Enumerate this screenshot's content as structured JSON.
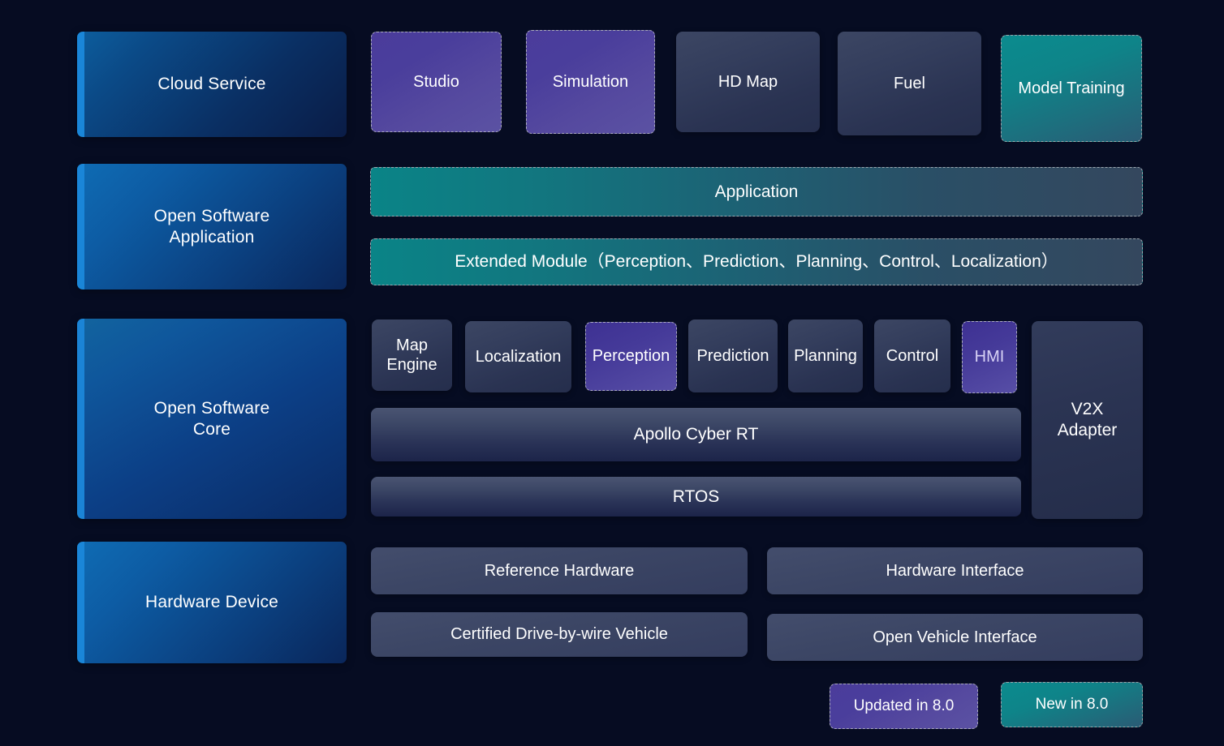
{
  "background_color": "#060c22",
  "accent_bar_color": "#1a86d8",
  "categories": [
    {
      "label": "Cloud Service"
    },
    {
      "label": "Open Software\nApplication"
    },
    {
      "label": "Open Software\nCore"
    },
    {
      "label": "Hardware Device"
    }
  ],
  "cloud_row": [
    {
      "label": "Studio",
      "style": "updated"
    },
    {
      "label": "Simulation",
      "style": "updated"
    },
    {
      "label": "HD Map",
      "style": "plain"
    },
    {
      "label": "Fuel",
      "style": "plain"
    },
    {
      "label": "Model Training",
      "style": "new"
    }
  ],
  "application_row": [
    {
      "label": "Application",
      "style": "teal-dashed"
    },
    {
      "label": "Extended Module（Perception、Prediction、Planning、Control、Localization）",
      "style": "teal-dashed"
    }
  ],
  "core_modules": [
    {
      "label": "Map\nEngine",
      "style": "plain"
    },
    {
      "label": "Localization",
      "style": "plain"
    },
    {
      "label": "Perception",
      "style": "updated"
    },
    {
      "label": "Prediction",
      "style": "plain"
    },
    {
      "label": "Planning",
      "style": "plain"
    },
    {
      "label": "Control",
      "style": "plain"
    },
    {
      "label": "HMI",
      "style": "updated"
    }
  ],
  "core_stack": [
    {
      "label": "Apollo Cyber RT"
    },
    {
      "label": "RTOS"
    }
  ],
  "v2x": {
    "label": "V2X\nAdapter"
  },
  "hardware_row": [
    {
      "label": "Reference Hardware"
    },
    {
      "label": "Hardware Interface"
    },
    {
      "label": "Certified Drive-by-wire Vehicle"
    },
    {
      "label": "Open Vehicle Interface"
    }
  ],
  "legend": [
    {
      "label": "Updated in 8.0",
      "style": "updated",
      "color": "#4b3c9b"
    },
    {
      "label": "New in 8.0",
      "style": "new",
      "color": "#0b8b8e"
    }
  ]
}
